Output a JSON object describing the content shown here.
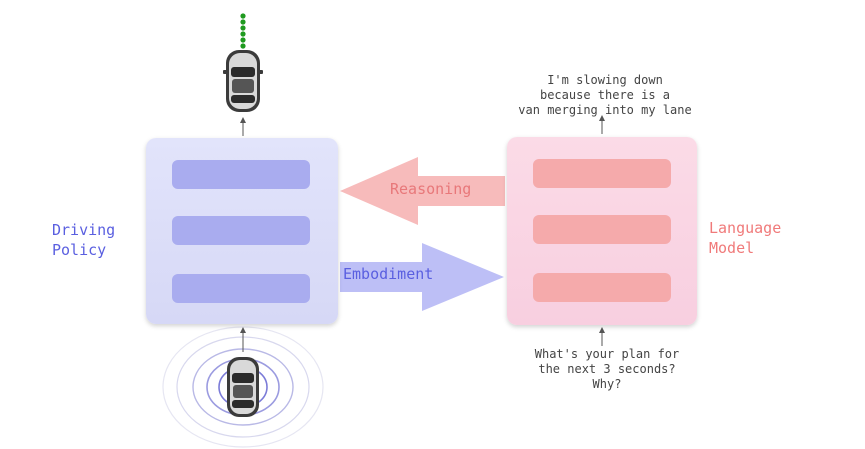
{
  "diagram": {
    "left_label": "Driving\nPolicy",
    "right_label": "Language\nModel",
    "arrow_left_label": "Reasoning",
    "arrow_right_label": "Embodiment",
    "output_text": "I'm slowing down\nbecause there is a\nvan merging into my lane",
    "question_text": "What's your plan for\nthe next 3 seconds?\nWhy?"
  },
  "colors": {
    "policy_box": "#dcdef9",
    "policy_bars": "#a9acef",
    "lm_box": "#f9d5e3",
    "lm_bars": "#f5aaab",
    "reasoning_arrow": "#f6b4b4",
    "embodiment_arrow": "#b9bcf6",
    "trajectory_dots": "#1f9a1f"
  },
  "icons": [
    "car-top-view-icon",
    "sensor-rings-icon",
    "trajectory-dots-icon"
  ]
}
